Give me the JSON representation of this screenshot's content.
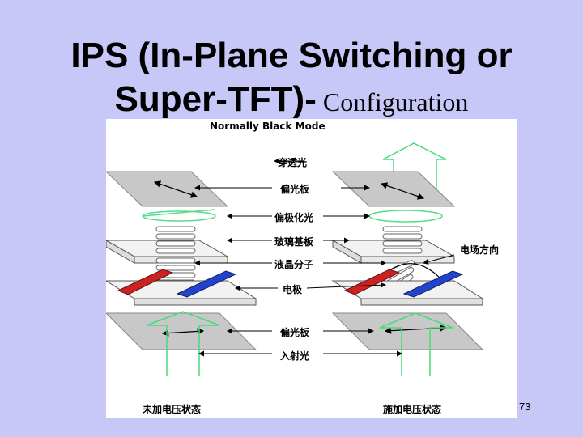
{
  "slide": {
    "title_line1": "IPS (In-Plane Switching or",
    "title_line2_bold": "Super-TFT)-",
    "title_line2_normal": " Configuration",
    "page_number": "73"
  },
  "diagram": {
    "mode_title": "Normally Black Mode",
    "labels": {
      "transmitted_light": "穿透光",
      "polarizer_top": "偏光板",
      "polarization": "偏极化光",
      "glass_substrate": "玻璃基板",
      "liquid_crystal": "液晶分子",
      "electrode": "电极",
      "polarizer_bottom": "偏光板",
      "incident_light": "入射光",
      "field_direction": "电场方向",
      "state_off": "未加电压状态",
      "state_on": "施加电压状态"
    },
    "colors": {
      "background": "#c8c8f8",
      "plate": "#c8c8c8",
      "light_arrow": "#33cc66",
      "electrode_red": "#cc2222",
      "electrode_blue": "#2244cc"
    }
  }
}
